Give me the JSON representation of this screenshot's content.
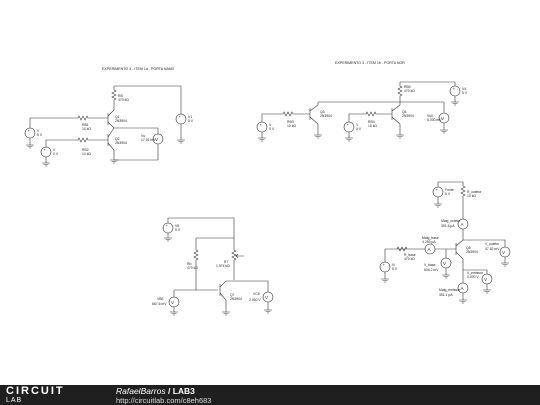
{
  "footer": {
    "logo_top": "CIRCUIT",
    "logo_bottom": "LAB",
    "author": "RafaelBarros",
    "separator": " / ",
    "project": "LAB3",
    "url": "http://circuitlab.com/c8eh683"
  },
  "titles": {
    "nand": "EXPERIMENTO 3 - ITEM 1a - PORTA NAND",
    "nor": "EXPERIMENTO 3 - ITEM 1b - PORTA NOR"
  },
  "nand": {
    "rb_name": "RB",
    "rb_value": "470 kΩ",
    "q1_name": "Q1",
    "q1_model": "2N3904",
    "q2_name": "Q2",
    "q2_model": "2N3904",
    "rb1_name": "RB1",
    "rb1_value": "10 kΩ",
    "rb2_name": "RB2",
    "rb2_value": "10 kΩ",
    "v1_name": "V1",
    "v1_value": "5 V",
    "vs1_name": "V",
    "vs1_value": "5 V",
    "vs2_name": "V",
    "vs2_value": "0 V",
    "meter_name": "Vs",
    "meter_value": "17.91 mV"
  },
  "nor": {
    "rb0_name": "RB0",
    "rb0_value": "470 kΩ",
    "rb3_name": "RB3",
    "rb3_value": "10 kΩ",
    "rb4_name": "RB4",
    "rb4_value": "10 kΩ",
    "q3_name": "Q3",
    "q3_model": "2N3904",
    "q4_name": "Q4",
    "q4_model": "2N3904",
    "vsrc_name": "V4",
    "vsrc_value": "5 V",
    "va_name": "V",
    "va_value": "0 V",
    "vb_name": "V",
    "vb_value": "0 V",
    "meter_name": "Vs0",
    "meter_value": "5.000 mV"
  },
  "bias": {
    "v6_name": "V6",
    "v6_value": "5 V",
    "rb_name": "Rb",
    "rb_value": "470 kΩ",
    "pot_name": "R7",
    "pot_value": "1.974 kΩ",
    "q7_name": "Q7",
    "q7_model": "2N3904",
    "vbe_name": "VBE",
    "vbe_value": "667.6 mV",
    "vce_name": "VCE",
    "vce_value": "2.000 V"
  },
  "amp": {
    "fonte_name": "Fonte",
    "fonte_value": "5 V",
    "rcoletor_name": "R_coletor",
    "rcoletor_value": "10 kΩ",
    "mcol_name": "Malg_coletor",
    "mcol_value": "391.8 µA",
    "mbase_name": "Malg_base",
    "mbase_value": "4.259 µA",
    "rbase_name": "R_base",
    "rbase_value": "470 kΩ",
    "vbase_name": "V_base",
    "vbase_value": "604.2 mV",
    "q8_name": "Q8",
    "q8_model": "2N3904",
    "vcol_name": "V_coletor",
    "vcol_value": "47.82 mV",
    "vemi_name": "V_emissor",
    "vemi_value": "0.000 V",
    "vin_name": "Vi",
    "vin_value": "5 V",
    "memi_name": "Malg_emissor",
    "memi_value": "391.1 µA"
  }
}
